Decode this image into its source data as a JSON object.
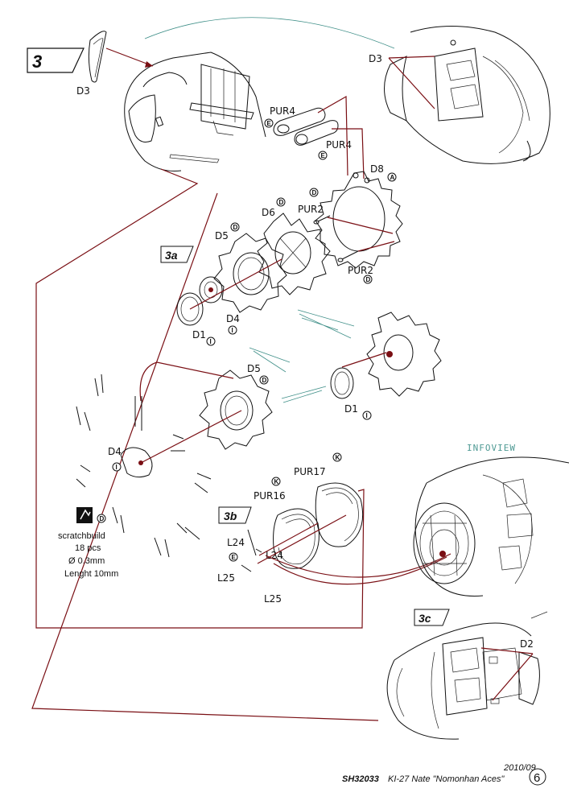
{
  "steps": {
    "s3": "3",
    "s3a": "3a",
    "s3b": "3b",
    "s3c": "3c"
  },
  "parts": {
    "d3_left": "D3",
    "d3_right": "D3",
    "pur4_a": "PUR4",
    "pur4_b": "PUR4",
    "d8": "D8",
    "d6": "D6",
    "pur2_a": "PUR2",
    "pur2_b": "PUR2",
    "d5_a": "D5",
    "d4_a": "D4",
    "d1_a": "D1",
    "d5_b": "D5",
    "d1_b": "D1",
    "d4_b": "D4",
    "pur17": "PUR17",
    "pur16": "PUR16",
    "l24_a": "L24",
    "l24_b": "L24",
    "l25_a": "L25",
    "l25_b": "L25",
    "d2": "D2"
  },
  "badges": {
    "e1": "E",
    "e2": "E",
    "a1": "A",
    "d1": "D",
    "d2": "D",
    "d3": "D",
    "d4": "D",
    "i1": "I",
    "i2": "I",
    "i3": "I",
    "i4": "I",
    "d5": "D",
    "k1": "K",
    "k2": "K",
    "e3": "E",
    "d6": "D"
  },
  "scratch": {
    "title": "scratchbuild",
    "qty": "18 pcs",
    "dia": "Ø 0.3mm",
    "len": "Lenght 10mm"
  },
  "infoview": "INFOVIEW",
  "footer": {
    "code": "SH32033",
    "name": "KI-27 Nate \"Nomonhan Aces\"",
    "date": "2010/09",
    "page": "6"
  },
  "colors": {
    "guide_line": "#7a0f14",
    "infoview": "#4f9a94",
    "ink": "#111111"
  }
}
